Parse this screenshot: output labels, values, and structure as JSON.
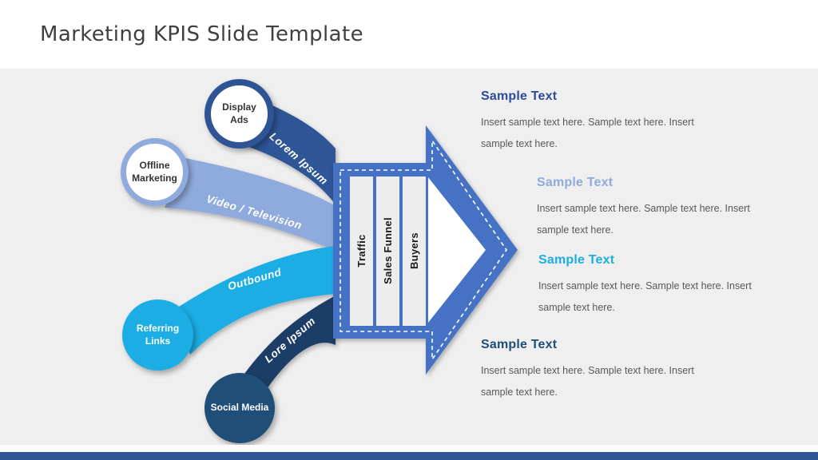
{
  "slide": {
    "title": "Marketing KPIS Slide Template",
    "background_color": "#F0EFEF",
    "footer_bar_color": "#2F5496"
  },
  "channels": [
    {
      "label": "Display Ads",
      "ribbon_label": "Lorem Ipsum",
      "circle_fill": "#FFFFFF",
      "ring_color": "#2F5496",
      "ribbon_color": "#2F5496"
    },
    {
      "label": "Offline Marketing",
      "ribbon_label": "Video / Television",
      "circle_fill": "#FFFFFF",
      "ring_color": "#8FAADC",
      "ribbon_color": "#8FAADC"
    },
    {
      "label": "Referring Links",
      "ribbon_label": "Outbound",
      "circle_fill": "#1CADE4",
      "ribbon_color": "#1CADE4"
    },
    {
      "label": "Social Media",
      "ribbon_label": "Lore Ipsum",
      "circle_fill": "#1F4E79",
      "ribbon_color": "#1F3E66"
    }
  ],
  "arrow": {
    "color": "#4472C4",
    "stages": [
      "Traffic",
      "Sales Funnel",
      "Buyers"
    ]
  },
  "text_blocks": [
    {
      "heading": "Sample Text",
      "heading_color": "#2D4B9C",
      "lines": [
        "Insert sample text here. Sample text here. Insert",
        "sample text here."
      ]
    },
    {
      "heading": "Sample Text",
      "heading_color": "#8FAADC",
      "lines": [
        "Insert sample text here. Sample text here. Insert",
        "sample text here."
      ]
    },
    {
      "heading": "Sample Text",
      "heading_color": "#1CADE4",
      "lines": [
        "Insert sample text here. Sample text here. Insert",
        "sample text here."
      ]
    },
    {
      "heading": "Sample Text",
      "heading_color": "#1F4E79",
      "lines": [
        "Insert sample text here. Sample text here. Insert",
        "sample text here."
      ]
    }
  ]
}
